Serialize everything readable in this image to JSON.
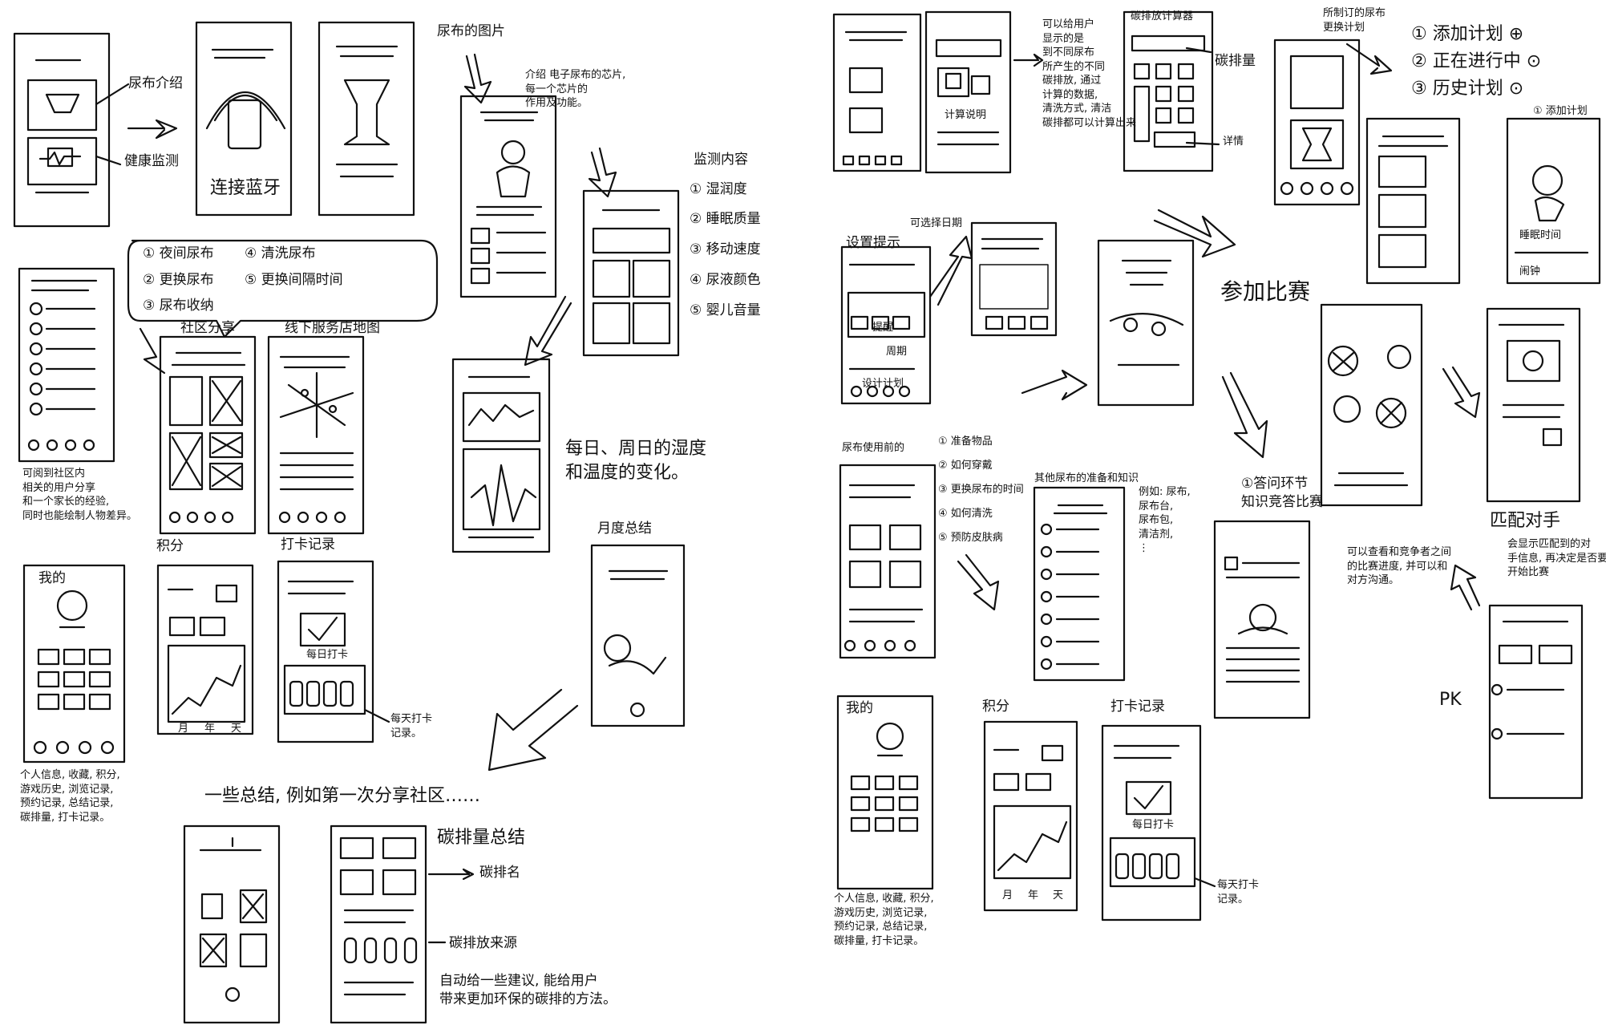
{
  "left": {
    "phone_main_labels": [
      "尿布介绍",
      "健康监测"
    ],
    "connect_text": "连接蓝牙",
    "diaper_pics": "尿布的图片",
    "diaper_desc": "介绍 电子尿布的芯片,\n每一个芯片的\n作用及功能。",
    "monitor_title": "监测内容",
    "monitor_items": [
      "① 湿润度",
      "② 睡眠质量",
      "③ 移动速度",
      "④ 尿液颜色",
      "⑤ 婴儿音量"
    ],
    "humidity_text": "每日、周日的湿度\n和温度的变化。",
    "monthly_summary": "月度总结",
    "community_bubble": [
      "① 夜间尿布",
      "④ 清洗尿布",
      "② 更换尿布",
      "⑤ 更换间隔时间",
      "③ 尿布收纳"
    ],
    "community_share": "社区分享",
    "offline_map": "线下服务店地图",
    "browse_text": "可阅到社区内\n相关的用户分享\n和一个家长的经验,\n同时也能绘制人物差异。",
    "me": "我的",
    "points": "积分",
    "checkin_record": "打卡记录",
    "daily_checkin": "每日打卡",
    "chart_axis": [
      "月",
      "年",
      "天"
    ],
    "checkin_note": "每天打卡\n记录。",
    "me_notes": "个人信息, 收藏, 积分,\n游戏历史, 浏览记录,\n预约记录, 总结记录,\n碳排量, 打卡记录。",
    "summary_text": "一些总结, 例如第一次分享社区……",
    "carbon_summary": "碳排量总结",
    "carbon_ranking": "碳排名",
    "carbon_source": "碳排放来源",
    "carbon_advice": "自动给一些建议, 能给用户\n带来更加环保的碳排的方法。"
  },
  "right": {
    "price_note": "可以给用户\n显示的是\n到不同尿布\n所产生的不同\n碳排放, 通过\n计算的数据,\n清洗方式, 清洁\n碳排都可以计算出来",
    "calc_text": "计算说明",
    "carbon_calc": "碳排放计算器",
    "carbon_amount": "碳排量",
    "detail": "详情",
    "plan_tabs_note": "所制订的尿布\n更换计划",
    "plan_items": [
      "① 添加计划 ⊕",
      "② 正在进行中 ⊙",
      "③ 历史计划 ⊙"
    ],
    "add_plan": "① 添加计划",
    "sleep_time": "睡眠时间",
    "alarm": "闹钟",
    "settings_reminder": "设置提示",
    "select_date": "可选择日期",
    "weekly": "周期",
    "reminder": "提醒",
    "set_plan": "设计计划",
    "join_competition": "参加比赛",
    "match_opponent": "匹配对手",
    "matched_note": "会显示匹配到的对\n手信息, 再决定是否要\n开始比赛",
    "pk": "PK",
    "can_view_note": "可以查看和竞争者之间\n的比赛进度, 并可以和\n对方沟通。",
    "q_and_a": "①答问环节\n知识竞答比赛",
    "before_use": "尿布使用前的",
    "prep_items": [
      "① 准备物品",
      "② 如何穿戴",
      "③ 更换尿布的时间",
      "④ 如何清洗",
      "⑤ 预防皮肤病"
    ],
    "other_exam": "其他尿布的准备和知识",
    "example_note": "例如: 尿布,\n尿布台,\n尿布包,\n清洁剂,\n⋮",
    "me": "我的",
    "points": "积分",
    "checkin_record": "打卡记录",
    "daily_checkin": "每日打卡",
    "chart_axis": [
      "月",
      "年",
      "天"
    ],
    "checkin_note": "每天打卡\n记录。",
    "me_notes": "个人信息, 收藏, 积分,\n游戏历史, 浏览记录,\n预约记录, 总结记录,\n碳排量, 打卡记录。"
  }
}
